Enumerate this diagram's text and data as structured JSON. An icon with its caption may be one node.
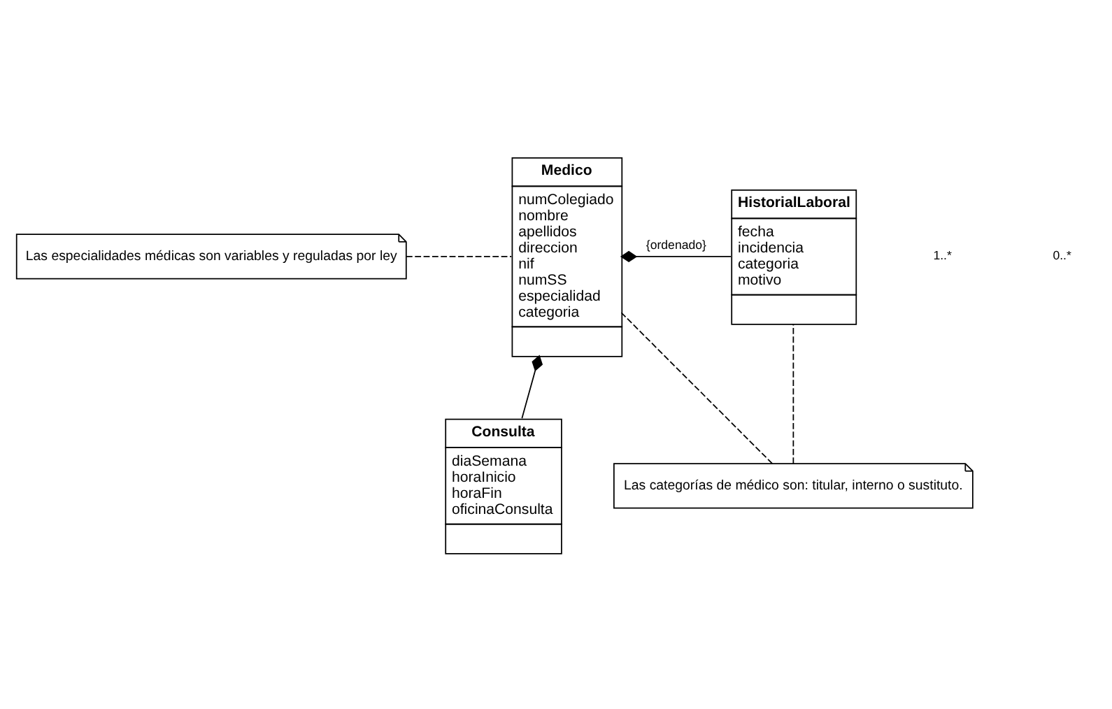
{
  "diagram": {
    "nodes": [
      {
        "text": [
          "Medico",
          "numColegiado",
          "nombre",
          "apellidos",
          "direccion",
          "nif",
          "numSS",
          "especialidad",
          "categoria"
        ]
      },
      {
        "text": [
          "HistorialLaboral",
          "fecha",
          "incidencia",
          "categoria",
          "motivo"
        ]
      },
      {
        "text": [
          "Las especialidades médicas son variables y reguladas por ley"
        ]
      },
      {
        "text": [
          "Las categorías de médico son: titular, interno o sustituto."
        ]
      },
      {
        "text": [
          "Consulta",
          "diaSemana",
          "horaInicio",
          "horaFin",
          "oficinaConsulta"
        ]
      }
    ],
    "edges": [
      {
        "from": 0,
        "to": 1,
        "arrow": "other",
        "label": "{ordenado}"
      },
      {
        "from": 2,
        "to": 0,
        "arrow": "none",
        "style": "dashed"
      },
      {
        "from": 0,
        "to": 3,
        "arrow": "none",
        "style": "dashed"
      },
      {
        "from": 3,
        "to": 1,
        "arrow": "none",
        "style": "dashed"
      },
      {
        "from": 0,
        "to": 4,
        "arrow": "other"
      }
    ],
    "labels": [
      "1..*",
      "0..*"
    ]
  }
}
